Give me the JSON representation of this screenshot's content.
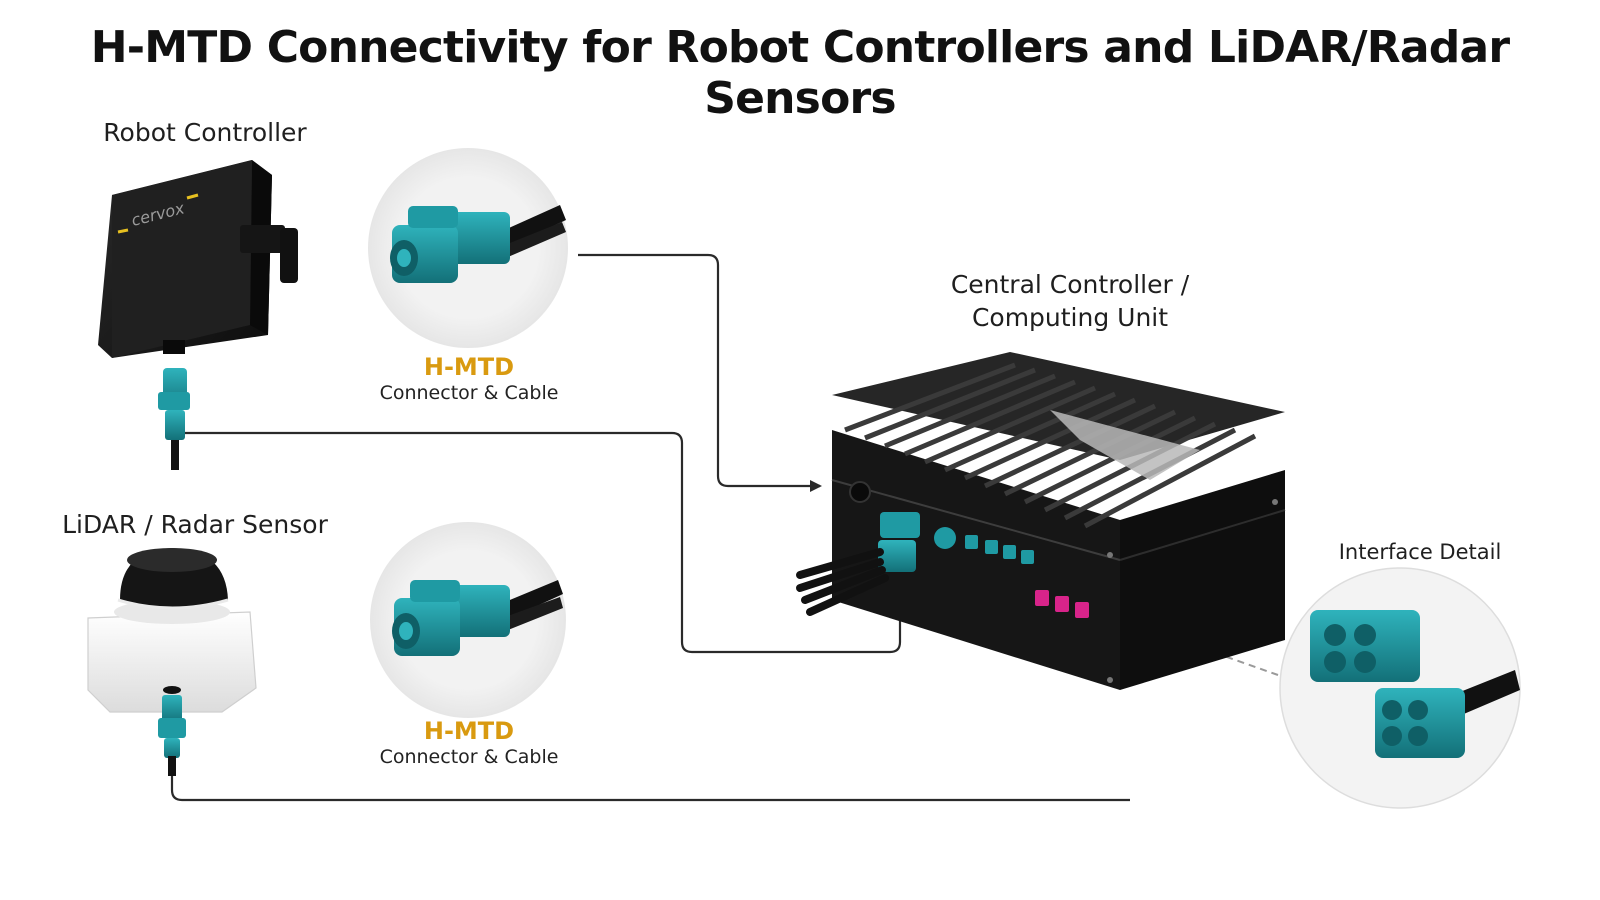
{
  "title": "H-MTD Connectivity for Robot Controllers and LiDAR/Radar Sensors",
  "devices": {
    "robot_controller": {
      "label": "Robot Controller",
      "logo": "cervox"
    },
    "lidar_sensor": {
      "label": "LiDAR / Radar Sensor"
    },
    "central_unit": {
      "label_line1": "Central Controller /",
      "label_line2": "Computing Unit"
    }
  },
  "connector_callouts": [
    {
      "name": "H-MTD",
      "sub": "Connector & Cable"
    },
    {
      "name": "H-MTD",
      "sub": "Connector & Cable"
    }
  ],
  "interface_detail": {
    "label": "Interface Detail"
  },
  "colors": {
    "connector_teal": "#1f9aa3",
    "connector_teal_dark": "#137078",
    "accent_gold": "#d99a10",
    "port_magenta": "#d8248a",
    "device_black": "#1b1b1b",
    "line": "#2a2a2a"
  }
}
